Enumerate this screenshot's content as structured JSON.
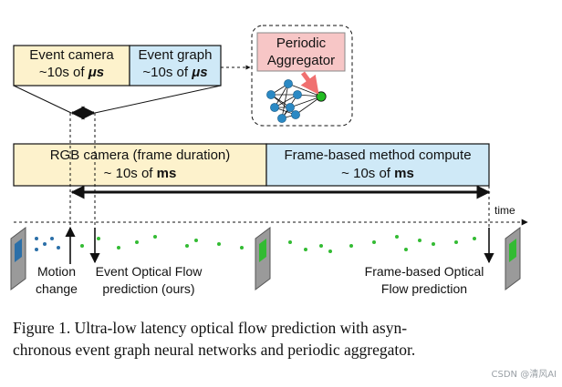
{
  "event_camera": {
    "title": "Event camera",
    "latency_prefix": "~10s of ",
    "latency_unit": "μs",
    "color": "#fdf2cc"
  },
  "event_graph": {
    "title": "Event graph",
    "latency_prefix": "~10s of ",
    "latency_unit": "μs",
    "color": "#cfe9f7"
  },
  "aggregator": {
    "label_line1": "Periodic",
    "label_line2": "Aggregator",
    "color": "#f7c6c6",
    "arrow_color": "#f07070",
    "node_color": "#2b89c4",
    "output_node_color": "#22bb22"
  },
  "rgb_camera": {
    "title": "RGB camera (frame duration)",
    "latency_prefix": "~ 10s of ",
    "latency_unit": "ms",
    "color": "#fdf2cc"
  },
  "frame_method": {
    "title": "Frame-based method compute",
    "latency_prefix": "~ 10s of ",
    "latency_unit": "ms",
    "color": "#cfe9f7"
  },
  "timeline": {
    "axis_label": "time",
    "blue_event_color": "#2b6fa8",
    "green_event_color": "#33bb33"
  },
  "labels": {
    "motion_line1": "Motion",
    "motion_line2": "change",
    "ours_line1": "Event Optical Flow",
    "ours_line2": "prediction (ours)",
    "frame_line1": "Frame-based Optical",
    "frame_line2": "Flow prediction"
  },
  "caption": {
    "line1": "Figure 1.   Ultra-low latency optical flow prediction with asyn-",
    "line2": "chronous event graph neural networks and periodic aggregator."
  },
  "watermark": "CSDN @清风AI"
}
